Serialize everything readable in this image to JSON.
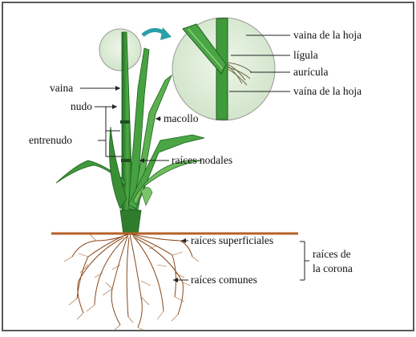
{
  "labels": {
    "vaina_hoja_top": "vaina de la hoja",
    "ligula": "lígula",
    "auricula": "aurícula",
    "vaina_hoja_bottom": "vaína de la hoja",
    "vaina": "vaina",
    "nudo": "nudo",
    "macollo": "macollo",
    "entrenudo": "entrenudo",
    "raices_nodales": "raíces nodales",
    "raices_superficiales": "raíces superficiales",
    "raices_comunes": "raíces comunes",
    "raices_corona_1": "raíces de",
    "raices_corona_2": "la corona"
  },
  "colors": {
    "leaf_green": "#2f8f2f",
    "leaf_light": "#7cc46a",
    "root_brown": "#8a4a1c",
    "soil_line": "#b5622a",
    "zoom_circle": "#d8ead2",
    "arrow_teal": "#2a9fa8"
  }
}
